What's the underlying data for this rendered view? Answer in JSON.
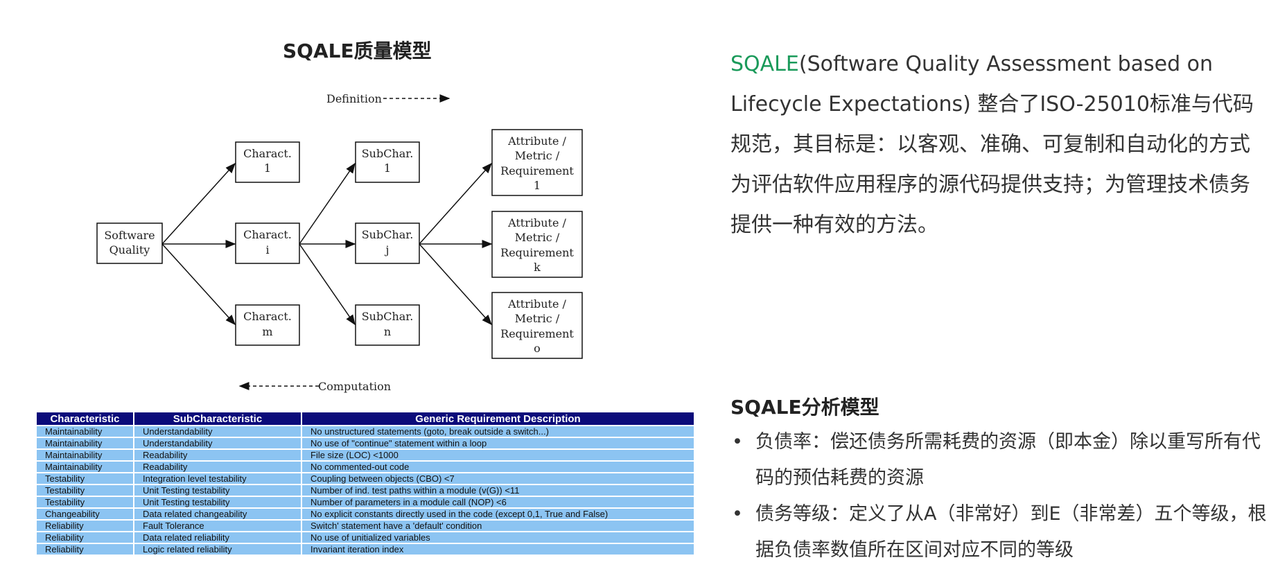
{
  "diagram": {
    "title": "SQALE质量模型",
    "definition_label": "Definition",
    "computation_label": "Computation",
    "root": [
      "Software",
      "Quality"
    ],
    "characteristics": [
      [
        "Charact.",
        "1"
      ],
      [
        "Charact.",
        "i"
      ],
      [
        "Charact.",
        "m"
      ]
    ],
    "subcharacteristics": [
      [
        "SubChar.",
        "1"
      ],
      [
        "SubChar.",
        "j"
      ],
      [
        "SubChar.",
        "n"
      ]
    ],
    "attributes": [
      [
        "Attribute /",
        "Metric /",
        "Requirement",
        "1"
      ],
      [
        "Attribute /",
        "Metric /",
        "Requirement",
        "k"
      ],
      [
        "Attribute /",
        "Metric /",
        "Requirement",
        "o"
      ]
    ]
  },
  "table": {
    "headers": [
      "Characteristic",
      "SubCharacteristic",
      "Generic Requirement Description"
    ],
    "rows": [
      [
        "Maintainability",
        "Understandability",
        "No unstructured statements (goto, break outside a switch...)"
      ],
      [
        "Maintainability",
        "Understandability",
        "No use of \"continue\" statement within a loop"
      ],
      [
        "Maintainability",
        "Readability",
        "File size (LOC) <1000"
      ],
      [
        "Maintainability",
        "Readability",
        "No commented-out code"
      ],
      [
        "Testability",
        "Integration level testability",
        "Coupling between objects (CBO) <7"
      ],
      [
        "Testability",
        "Unit Testing testability",
        "Number of ind. test paths within a module (v(G)) <11"
      ],
      [
        "Testability",
        "Unit Testing testability",
        "Number of parameters in a module call (NOP) <6"
      ],
      [
        "Changeability",
        "Data related changeability",
        "No explicit constants directly used in the code (except 0,1, True and False)"
      ],
      [
        "Reliability",
        "Fault Tolerance",
        "Switch' statement have a 'default' condition"
      ],
      [
        "Reliability",
        "Data related reliability",
        "No use of unitialized variables"
      ],
      [
        "Reliability",
        "Logic related reliability",
        "Invariant iteration index"
      ]
    ]
  },
  "intro": {
    "accent": "SQALE",
    "text": "(Software Quality Assessment based on Lifecycle Expectations) 整合了ISO-25010标准与代码规范，其目标是：以客观、准确、可复制和自动化的方式为评估软件应用程序的源代码提供支持；为管理技术债务提供一种有效的方法。",
    "accent_color": "#1a9a5a"
  },
  "analysis": {
    "title": "SQALE分析模型",
    "bullets": [
      "负债率：偿还债务所需耗费的资源（即本金）除以重写所有代码的预估耗费的资源",
      "债务等级：定义了从A（非常好）到E（非常差）五个等级，根据负债率数值所在区间对应不同的等级"
    ],
    "bullet_glyph": "•"
  },
  "colors": {
    "header_bg": "#0b0b7a",
    "row_bg": "#8cc4f2"
  }
}
